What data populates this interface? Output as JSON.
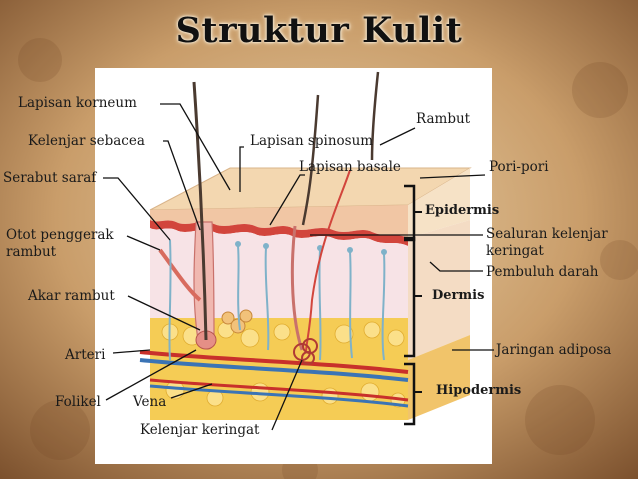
{
  "title": "Struktur Kulit",
  "labels": {
    "lapisan_korneum": "Lapisan korneum",
    "kelenjar_sebacea": "Kelenjar sebacea",
    "serabut_saraf": "Serabut saraf",
    "otot_penggerak_rambut_1": "Otot penggerak",
    "otot_penggerak_rambut_2": "rambut",
    "akar_rambut": "Akar rambut",
    "arteri": "Arteri",
    "folikel": "Folikel",
    "vena": "Vena",
    "kelenjar_keringat": "Kelenjar keringat",
    "lapisan_spinosum": "Lapisan spinosum",
    "lapisan_basale": "Lapisan basale",
    "rambut": "Rambut",
    "pori_pori": "Pori-pori",
    "epidermis": "Epidermis",
    "saluran_kelenjar_keringat_1": "Sealuran kelenjar",
    "saluran_kelenjar_keringat_2": "keringat",
    "pembuluh_darah": "Pembuluh darah",
    "dermis": "Dermis",
    "jaringan_adiposa": "Jaringan adiposa",
    "hipodermis": "Hipodermis"
  },
  "colors": {
    "background": "#b98c5e",
    "epidermis_top": "#f3d7b0",
    "epidermis_red": "#d2453c",
    "dermis": "#f7dfe2",
    "adipose": "#f5cc55",
    "hair": "#4a3a30",
    "nerve": "#7fb2c9",
    "artery": "#c8302b",
    "vein": "#3b74b5"
  }
}
